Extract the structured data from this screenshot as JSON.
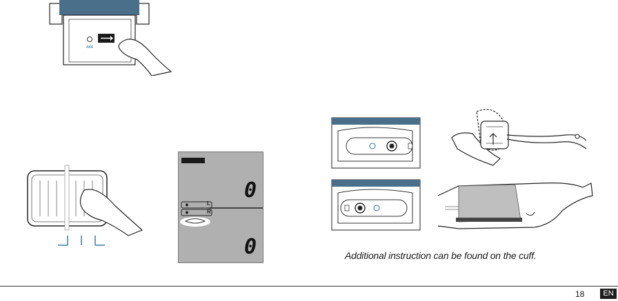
{
  "page": {
    "caption": "Additional instruction can be found on the cuff.",
    "page_number": "18",
    "language": "EN"
  },
  "display": {
    "upper_value": "0",
    "lower_value": "0",
    "left_arm_label": "L",
    "right_arm_label": "R"
  },
  "device": {
    "arrow_button_icon": "right-arrow-icon"
  },
  "colors": {
    "device_strap": "#4a6f8a",
    "lcd_background": "#b0b0b0",
    "ink": "#222222",
    "cuff_fill": "#bfbfbf"
  }
}
